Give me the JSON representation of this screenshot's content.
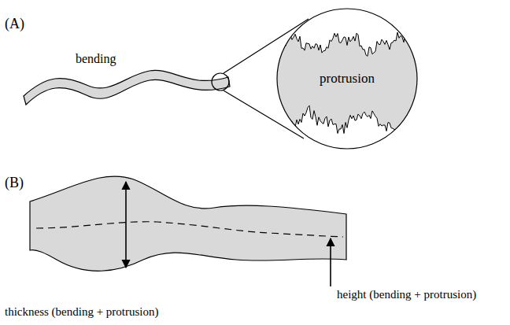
{
  "diagram": {
    "nodes": [
      {
        "text": [
          "protrusion"
        ]
      }
    ],
    "labels": [
      "(A)",
      "bending",
      "(B)",
      "thickness (bending + protrusion)",
      "height (bending + protrusion)"
    ]
  }
}
